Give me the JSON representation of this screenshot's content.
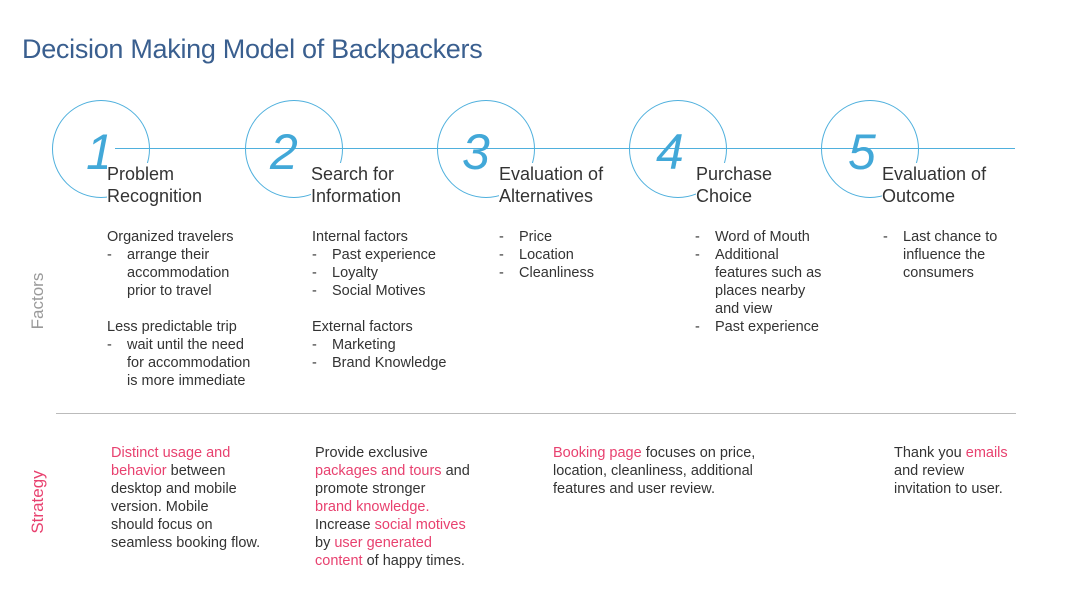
{
  "title": "Decision Making Model of Backpackers",
  "colors": {
    "accent": "#4fb0dd",
    "title": "#3a5f8f",
    "highlight": "#e8416f",
    "factors_label": "#999999"
  },
  "side_labels": {
    "factors": "Factors",
    "strategy": "Strategy"
  },
  "stages": [
    {
      "number": "1",
      "title_line1": "Problem",
      "title_line2": "Recognition"
    },
    {
      "number": "2",
      "title_line1": "Search for",
      "title_line2": "Information"
    },
    {
      "number": "3",
      "title_line1": "Evaluation of",
      "title_line2": "Alternatives"
    },
    {
      "number": "4",
      "title_line1": "Purchase",
      "title_line2": "Choice"
    },
    {
      "number": "5",
      "title_line1": "Evaluation of",
      "title_line2": "Outcome"
    }
  ],
  "factors": {
    "col1": {
      "heading1": "Organized travelers",
      "list1": [
        "arrange their",
        "accommodation",
        "prior to travel"
      ],
      "heading2": "Less predictable trip",
      "list2": [
        "wait until the need",
        "for accommodation",
        "is more immediate"
      ]
    },
    "col2": {
      "heading1": "Internal factors",
      "list1": [
        "Past experience",
        "Loyalty",
        "Social Motives"
      ],
      "heading2": "External factors",
      "list2": [
        "Marketing",
        "Brand Knowledge"
      ]
    },
    "col3": {
      "list": [
        "Price",
        "Location",
        "Cleanliness"
      ]
    },
    "col4": {
      "list": [
        "Word of Mouth",
        "Additional",
        "features such as",
        "places nearby",
        "and view",
        "Past experience"
      ]
    },
    "col5": {
      "list": [
        "Last chance to",
        "influence the",
        "consumers"
      ]
    }
  },
  "strategy": {
    "col1": [
      [
        "Distinct usage and",
        ""
      ],
      [
        "behavior",
        " between"
      ],
      [
        "",
        "desktop and mobile"
      ],
      [
        "",
        "version.  Mobile"
      ],
      [
        "",
        "should focus on"
      ],
      [
        "",
        "seamless booking flow."
      ]
    ],
    "col2": [
      [
        "",
        "Provide exclusive"
      ],
      [
        "packages and tours",
        " and"
      ],
      [
        "",
        "promote stronger"
      ],
      [
        "brand knowledge.",
        ""
      ],
      [
        "",
        "Increase "
      ],
      [
        "user generated",
        ""
      ],
      [
        "content",
        " of happy times."
      ]
    ],
    "col2_line5_hl": "social motives",
    "col2_line6_prefix": "by ",
    "col3": [
      [
        "Booking page",
        " focuses on price,"
      ],
      [
        "",
        "location, cleanliness, additional"
      ],
      [
        "",
        "features and user review."
      ]
    ],
    "col5": [
      [
        "",
        "Thank you "
      ],
      [
        "",
        "and review"
      ],
      [
        "",
        "invitation to user."
      ]
    ],
    "col5_line1_hl": "emails"
  }
}
